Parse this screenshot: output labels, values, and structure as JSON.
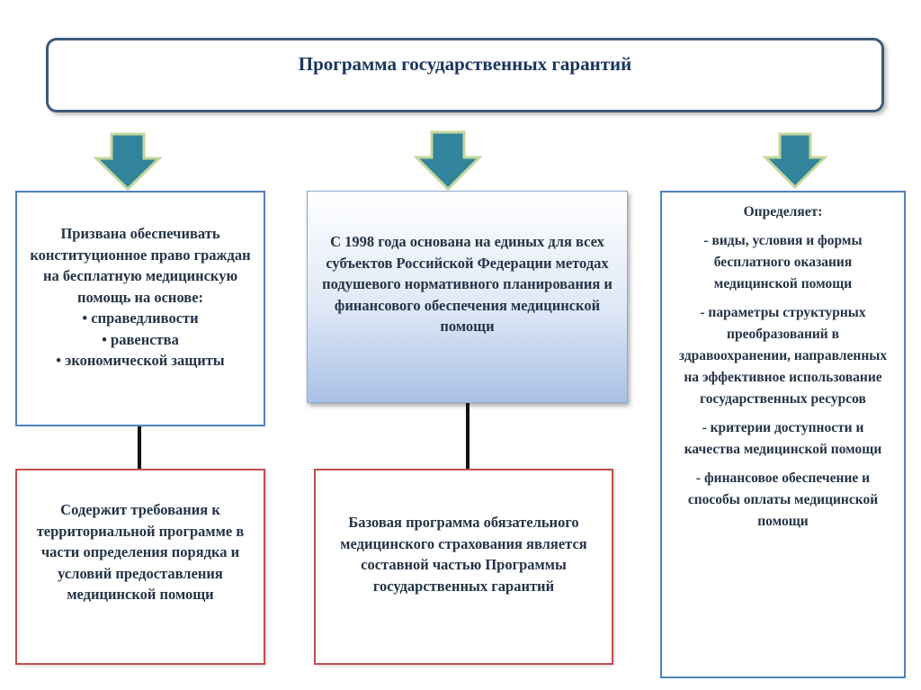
{
  "title": "Программа государственных гарантий",
  "left_top": {
    "intro": "Призвана обеспечивать конституционное право граждан на бесплатную медицинскую помощь на основе:",
    "bullets": [
      "• справедливости",
      "• равенства",
      "• экономической защиты"
    ]
  },
  "center_top": {
    "text": "С 1998 года основана на единых для всех субъектов Российской Федерации методах подушевого нормативного планирования и финансового обеспечения медицинской помощи"
  },
  "right": {
    "heading": "Определяет:",
    "items": [
      "- виды, условия и формы бесплатного оказания медицинской помощи",
      "- параметры структурных преобразований в здравоохранении, направленных на эффективное использование государственных ресурсов",
      "- критерии доступности и качества медицинской помощи",
      "-  финансовое обеспечение и способы оплаты медицинской помощи"
    ]
  },
  "left_bottom": {
    "text": "Содержит требования к территориальной программе в части определения порядка и условий предоставления медицинской помощи"
  },
  "center_bottom": {
    "text": "Базовая программа обязательного медицинского страхования является составной частью Программы государственных гарантий"
  },
  "colors": {
    "arrow_fill": "#31849b",
    "arrow_stroke": "#c4d79b",
    "box_border_blue": "#4f81bd",
    "box_border_red": "#c0504d",
    "title_border": "#3d5a7a"
  },
  "icons": [
    "down-arrow-icon",
    "down-arrow-icon",
    "down-arrow-icon"
  ]
}
